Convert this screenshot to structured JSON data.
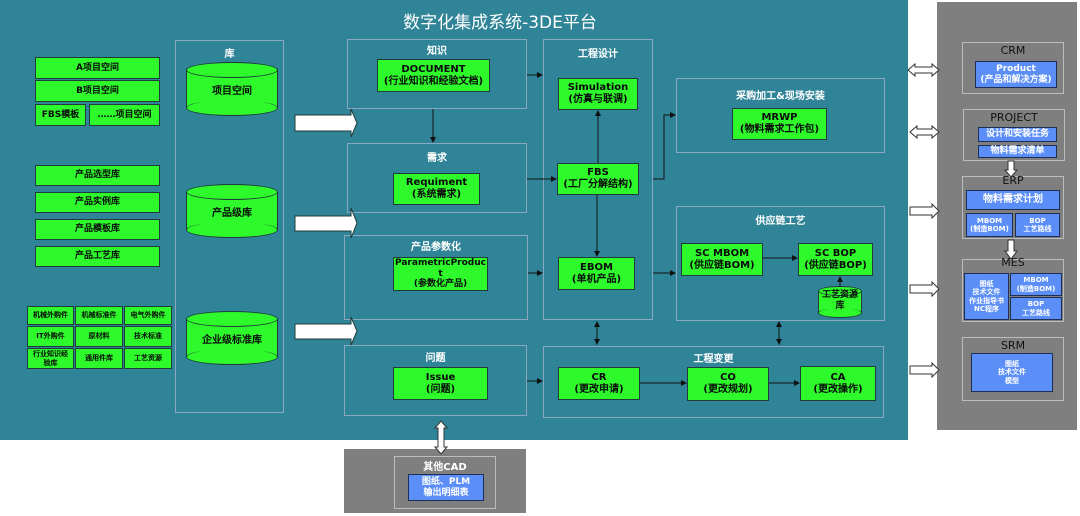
{
  "platform": {
    "title": "数字化集成系统-3DE平台"
  },
  "project_blocks": {
    "a": "A项目空间",
    "b": "B项目空间",
    "fbs": "FBS模板",
    "more": "……项目空间"
  },
  "product_blocks": [
    "产品选型库",
    "产品实例库",
    "产品模板库",
    "产品工艺库"
  ],
  "enterprise_blocks": [
    "机械外购件",
    "机械标准件",
    "电气外购件",
    "IT外购件",
    "原材料",
    "技术标准",
    "行业知识经验库",
    "通用件库",
    "工艺资源"
  ],
  "library": {
    "title": "库",
    "cylinders": [
      "项目空间",
      "产品级库",
      "企业级标准库"
    ]
  },
  "knowledge": {
    "title": "知识",
    "node": {
      "name": "DOCUMENT",
      "desc": "(行业知识和经验文档)"
    }
  },
  "requirement": {
    "title": "需求",
    "node": {
      "name": "Requiment",
      "desc": "(系统需求)"
    }
  },
  "parametric": {
    "title": "产品参数化",
    "node": {
      "name": "ParametricProduct",
      "desc": "(参数化产品)"
    }
  },
  "issue": {
    "title": "问题",
    "node": {
      "name": "Issue",
      "desc": "(问题)"
    }
  },
  "engineering": {
    "title": "工程设计",
    "simulation": {
      "name": "Simulation",
      "desc": "(仿真与联调)"
    },
    "fbs": {
      "name": "FBS",
      "desc": "(工厂分解结构)"
    },
    "ebom": {
      "name": "EBOM",
      "desc": "(单机产品)"
    }
  },
  "procurement": {
    "title": "采购加工&现场安装",
    "node": {
      "name": "MRWP",
      "desc": "(物料需求工作包)"
    }
  },
  "supply_chain": {
    "title": "供应链工艺",
    "mbom": {
      "name": "SC MBOM",
      "desc": "(供应链BOM)"
    },
    "bop": {
      "name": "SC BOP",
      "desc": "(供应链BOP)"
    },
    "resource": "工艺资源库"
  },
  "change": {
    "title": "工程变更",
    "cr": {
      "name": "CR",
      "desc": "(更改申请)"
    },
    "co": {
      "name": "CO",
      "desc": "(更改规划)"
    },
    "ca": {
      "name": "CA",
      "desc": "(更改操作)"
    }
  },
  "external": {
    "crm": {
      "title": "CRM",
      "item": {
        "name": "Product",
        "desc": "(产品和解决方案)"
      }
    },
    "project": {
      "title": "PROJECT",
      "items": [
        "设计和安装任务",
        "物料需求清单"
      ]
    },
    "erp": {
      "title": "ERP",
      "plan": "物料需求计划",
      "mbom": {
        "name": "MBOM",
        "desc": "(制造BOM)"
      },
      "bop": {
        "name": "BOP",
        "desc": "工艺路线"
      }
    },
    "mes": {
      "title": "MES",
      "docs": [
        "图纸",
        "技术文件",
        "作业指导书",
        "NC程序"
      ],
      "mbom": {
        "name": "MBOM",
        "desc": "(制造BOM)"
      },
      "bop": {
        "name": "BOP",
        "desc": "工艺路线"
      }
    },
    "srm": {
      "title": "SRM",
      "docs": [
        "图纸",
        "技术文件",
        "模型"
      ]
    }
  },
  "cad": {
    "title": "其他CAD",
    "lines": [
      "图纸、PLM",
      "输出明细表"
    ]
  },
  "colors": {
    "platform": "#2f8497",
    "node_green": "#2ef92a",
    "node_blue": "#5b8ef7",
    "panel_gray": "#7f7f7f"
  }
}
